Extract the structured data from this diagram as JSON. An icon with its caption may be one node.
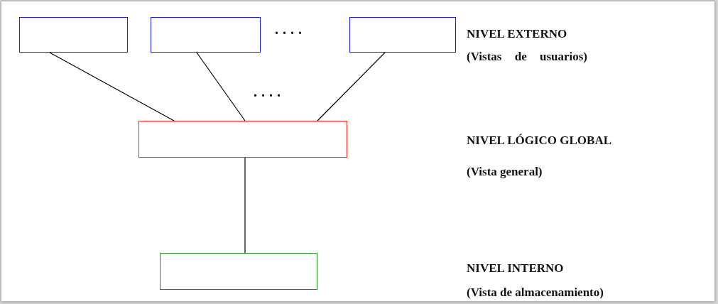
{
  "diagram": {
    "nodes": [
      {
        "text": [],
        "shape": "box"
      },
      {
        "text": [],
        "shape": "box"
      },
      {
        "text": [],
        "shape": "box"
      },
      {
        "text": [],
        "shape": "box"
      },
      {
        "text": [],
        "shape": "box"
      }
    ],
    "edges": [
      {
        "from": 0,
        "to": 3,
        "arrow": "none"
      },
      {
        "from": 1,
        "to": 3,
        "arrow": "none"
      },
      {
        "from": 2,
        "to": 3,
        "arrow": "none"
      },
      {
        "from": 3,
        "to": 4,
        "arrow": "none"
      }
    ],
    "labels": [
      "....",
      "....",
      "NIVEL EXTERNO",
      "(Vistas de usuarios)",
      "NIVEL LÓGICO GLOBAL",
      "(Vista general)",
      "NIVEL INTERNO",
      "(Vista de almacenamiento)"
    ]
  }
}
